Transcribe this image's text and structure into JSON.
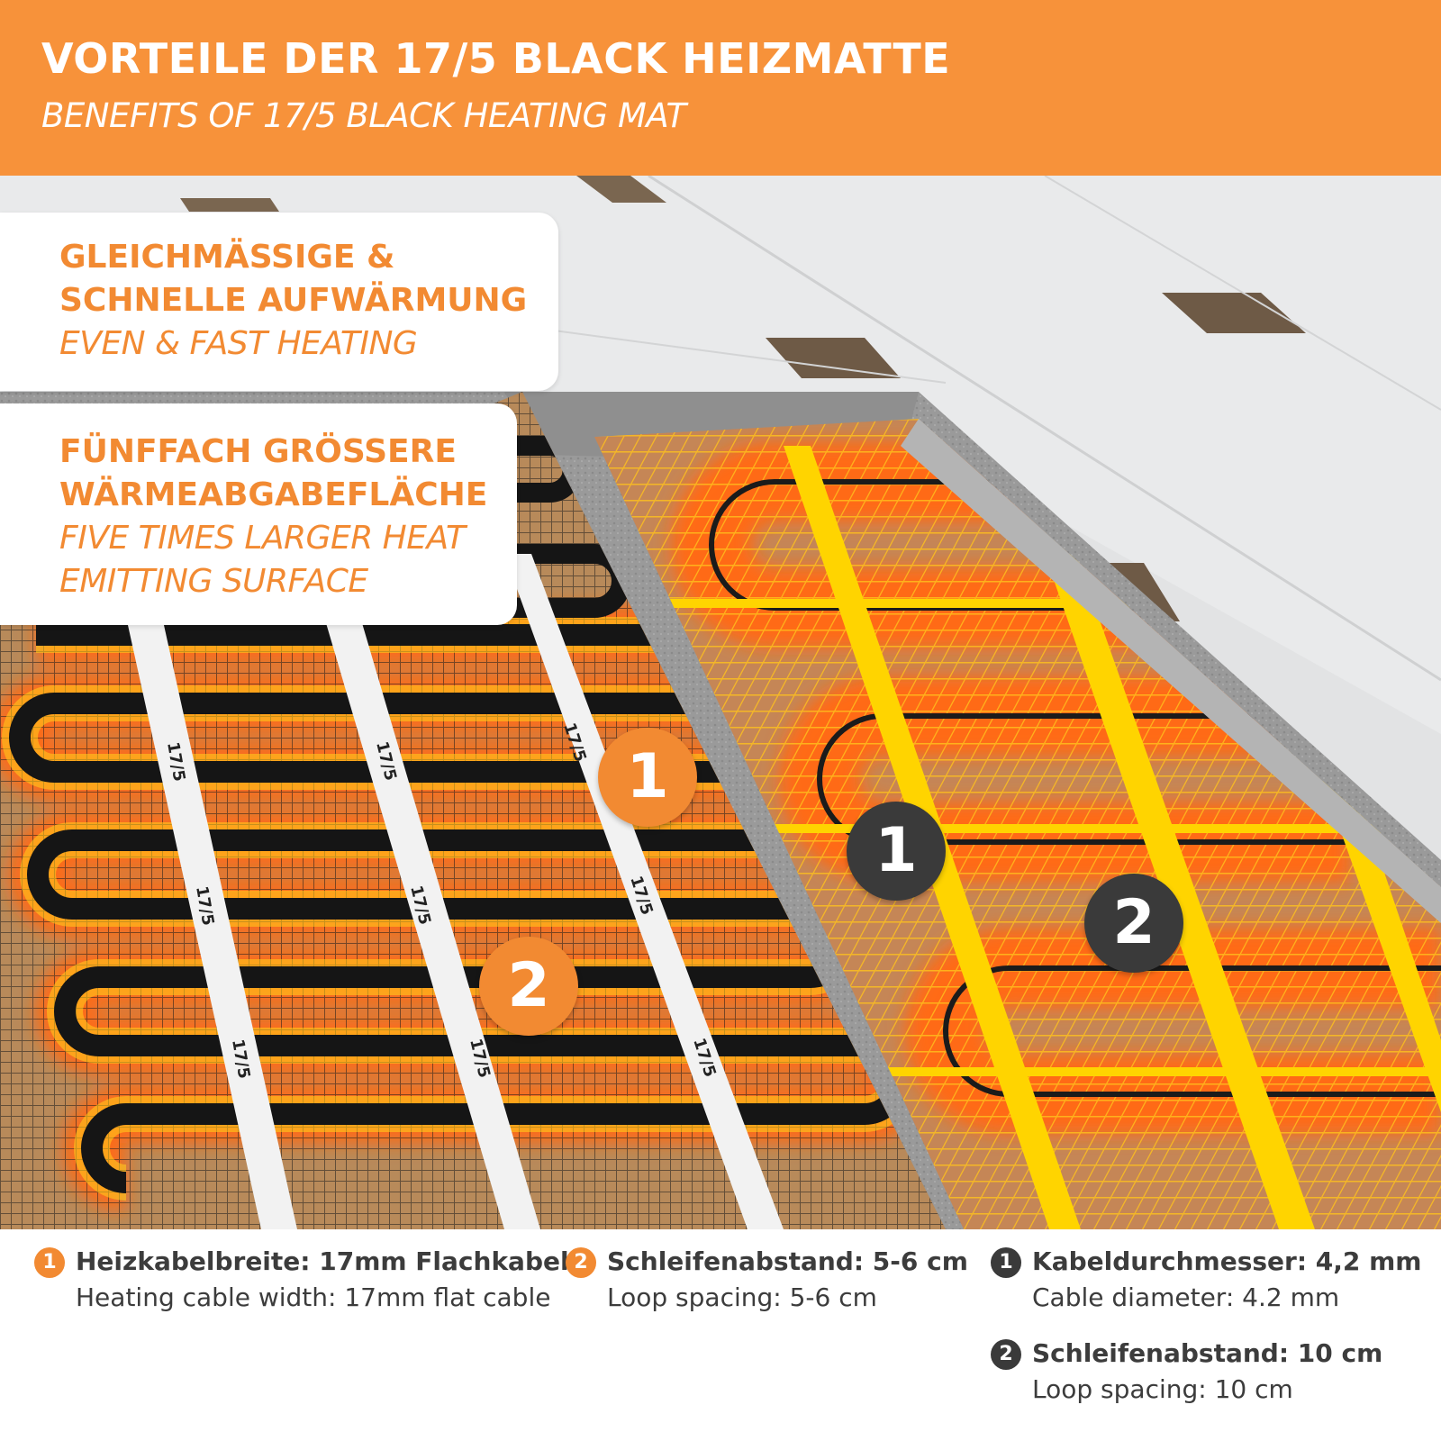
{
  "header": {
    "title": "VORTEILE DER 17/5 BLACK HEIZMATTE",
    "subtitle": "BENEFITS OF 17/5 BLACK HEATING MAT"
  },
  "colors": {
    "brand_orange": "#f7923a",
    "dark_marker": "#3a3a3a",
    "text_dark": "#3c3c3c"
  },
  "callouts": [
    {
      "de": "GLEICHMÄSSIGE &\nSCHNELLE AUFWÄRMUNG",
      "en": "EVEN & FAST HEATING"
    },
    {
      "de": "FÜNFFACH GRÖSSERE\nWÄRMEABGABEFLÄCHE",
      "en": "FIVE TIMES LARGER HEAT\nEMITTING SURFACE"
    }
  ],
  "markers": {
    "black_mat_1": "1",
    "black_mat_2": "2",
    "standard_mat_1": "1",
    "standard_mat_2": "2"
  },
  "tape_label": "17/5",
  "specs": [
    {
      "num": "1",
      "style": "orange",
      "de": "Heizkabelbreite: 17mm Flachkabel",
      "en": "Heating cable width: 17mm flat cable"
    },
    {
      "num": "2",
      "style": "orange",
      "de": "Schleifenabstand: 5-6 cm",
      "en": "Loop spacing: 5-6 cm"
    },
    {
      "num": "1",
      "style": "dark",
      "de": "Kabeldurchmesser: 4,2 mm",
      "en": "Cable diameter: 4.2 mm"
    },
    {
      "num": "2",
      "style": "dark",
      "de": "Schleifenabstand: 10 cm",
      "en": "Loop spacing: 10 cm"
    }
  ]
}
